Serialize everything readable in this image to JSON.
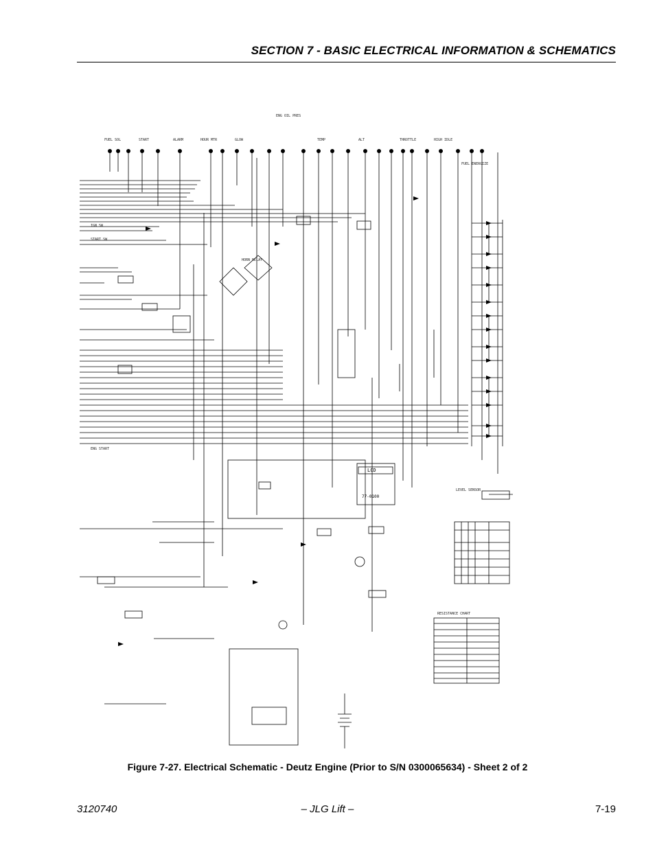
{
  "header": {
    "section_title": "SECTION 7 - BASIC ELECTRICAL INFORMATION & SCHEMATICS"
  },
  "figure": {
    "caption": "Figure 7-27.  Electrical Schematic - Deutz Engine (Prior to S/N 0300065634) - Sheet 2 of 2",
    "labels": {
      "module": "LCD",
      "module_part": "77-0100"
    }
  },
  "footer": {
    "doc_number": "3120740",
    "publisher": "– JLG Lift –",
    "page_number": "7-19"
  }
}
